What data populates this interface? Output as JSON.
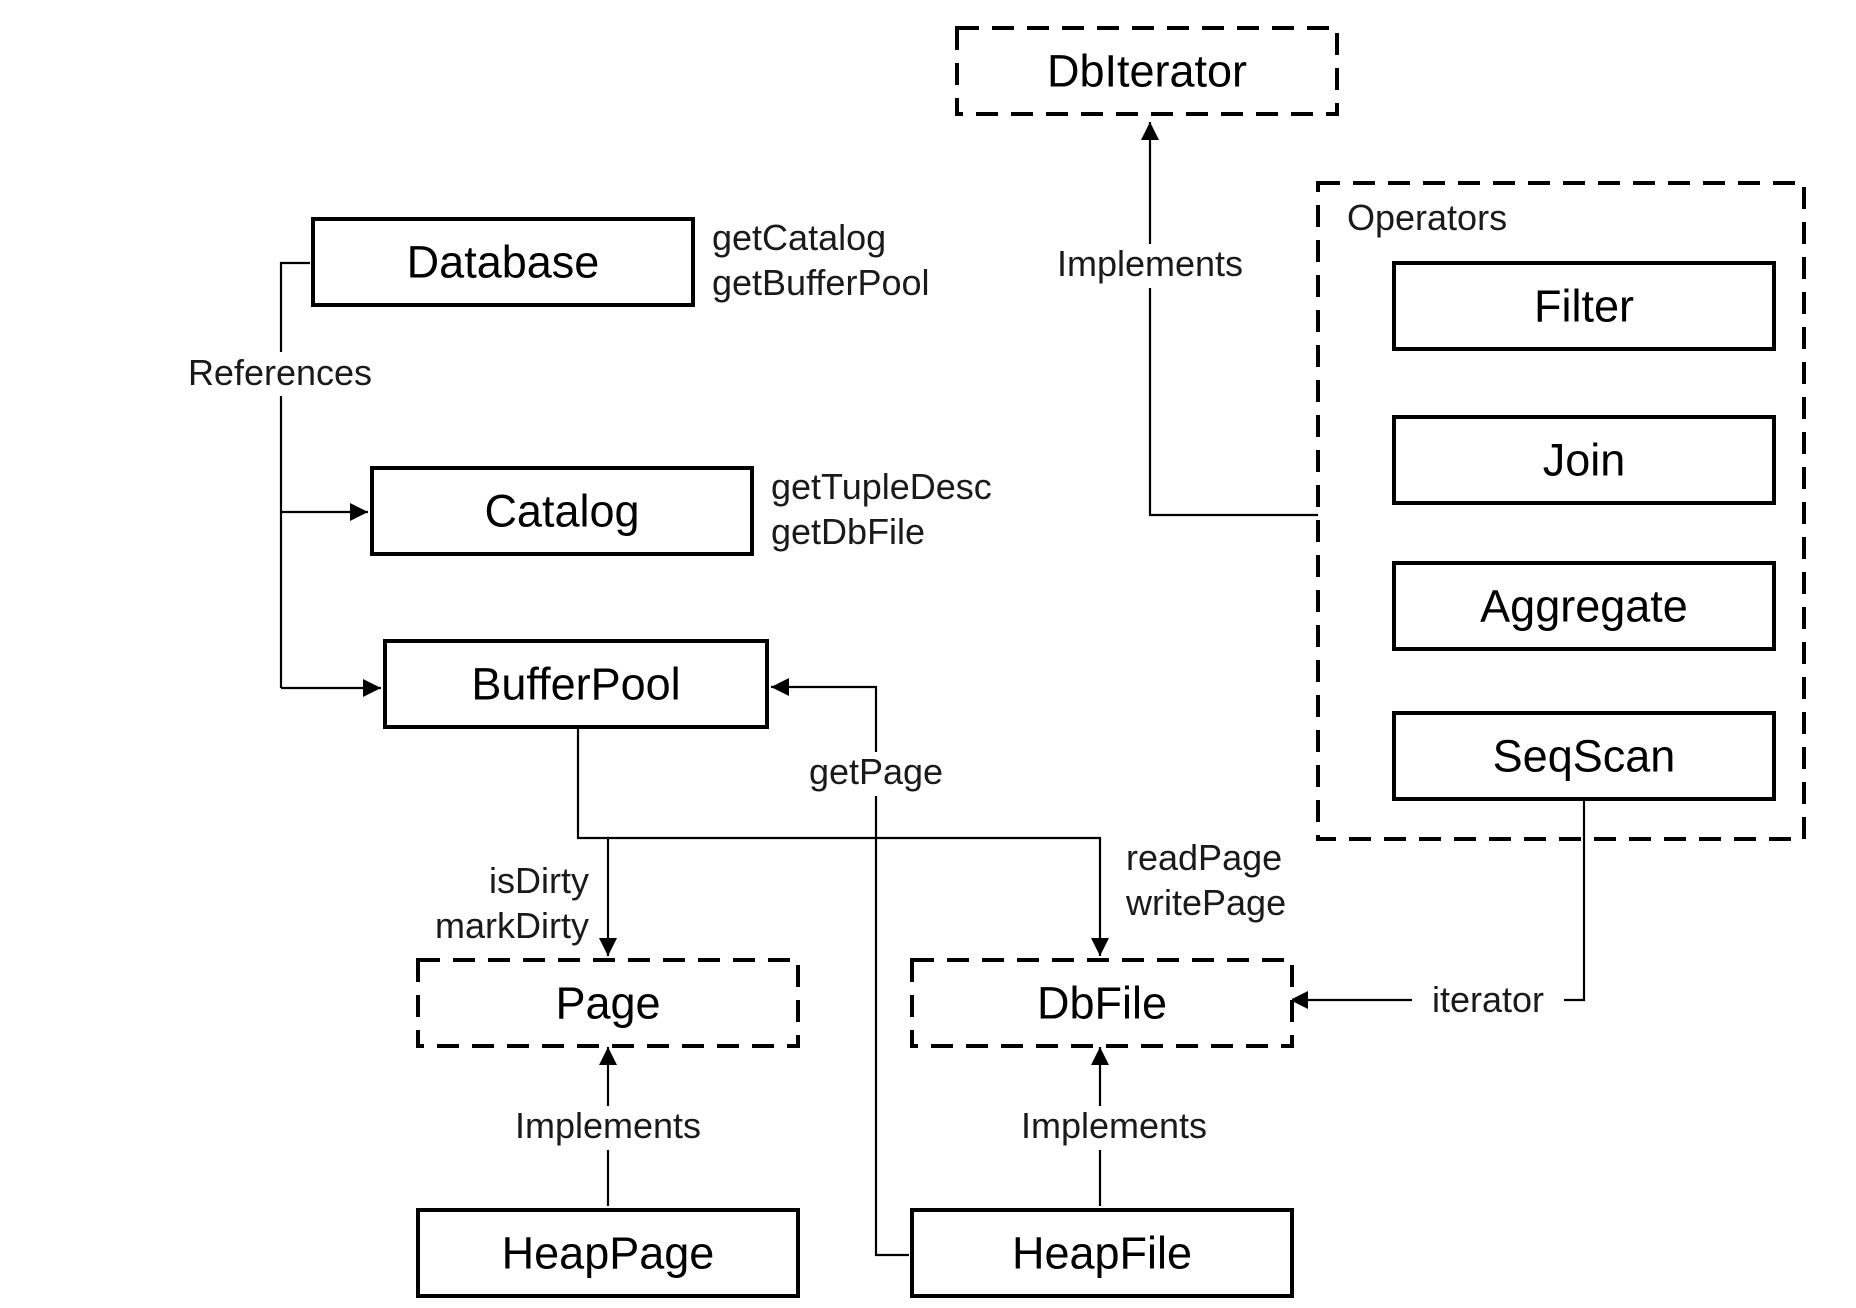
{
  "nodes": {
    "dbiterator": "DbIterator",
    "database": "Database",
    "catalog": "Catalog",
    "bufferpool": "BufferPool",
    "page": "Page",
    "dbfile": "DbFile",
    "heappage": "HeapPage",
    "heapfile": "HeapFile",
    "operators_group": "Operators",
    "filter": "Filter",
    "join": "Join",
    "aggregate": "Aggregate",
    "seqscan": "SeqScan"
  },
  "labels": {
    "database_methods": [
      "getCatalog",
      "getBufferPool"
    ],
    "catalog_methods": [
      "getTupleDesc",
      "getDbFile"
    ],
    "references": "References",
    "implements_dbiterator": "Implements",
    "get_page": "getPage",
    "page_methods": [
      "isDirty",
      "markDirty"
    ],
    "dbfile_methods": [
      "readPage",
      "writePage"
    ],
    "iterator": "iterator",
    "implements_page": "Implements",
    "implements_dbfile": "Implements"
  },
  "colors": {
    "stroke": "#000000",
    "text": "#000000",
    "background": "#ffffff"
  }
}
